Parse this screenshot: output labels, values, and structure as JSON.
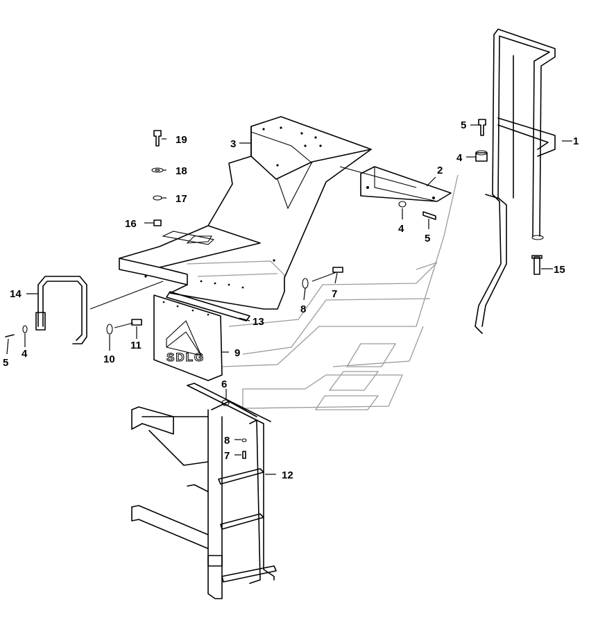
{
  "logo_text": "SDLG",
  "callouts": [
    {
      "id": "c1",
      "label": "1"
    },
    {
      "id": "c2",
      "label": "2"
    },
    {
      "id": "c3",
      "label": "3"
    },
    {
      "id": "c4a",
      "label": "4"
    },
    {
      "id": "c4b",
      "label": "4"
    },
    {
      "id": "c4c",
      "label": "4"
    },
    {
      "id": "c5a",
      "label": "5"
    },
    {
      "id": "c5b",
      "label": "5"
    },
    {
      "id": "c5c",
      "label": "5"
    },
    {
      "id": "c6",
      "label": "6"
    },
    {
      "id": "c7a",
      "label": "7"
    },
    {
      "id": "c7b",
      "label": "7"
    },
    {
      "id": "c8a",
      "label": "8"
    },
    {
      "id": "c8b",
      "label": "8"
    },
    {
      "id": "c9",
      "label": "9"
    },
    {
      "id": "c10",
      "label": "10"
    },
    {
      "id": "c11",
      "label": "11"
    },
    {
      "id": "c12",
      "label": "12"
    },
    {
      "id": "c13",
      "label": "13"
    },
    {
      "id": "c14",
      "label": "14"
    },
    {
      "id": "c15",
      "label": "15"
    },
    {
      "id": "c16",
      "label": "16"
    },
    {
      "id": "c17",
      "label": "17"
    },
    {
      "id": "c18",
      "label": "18"
    },
    {
      "id": "c19",
      "label": "19"
    }
  ]
}
